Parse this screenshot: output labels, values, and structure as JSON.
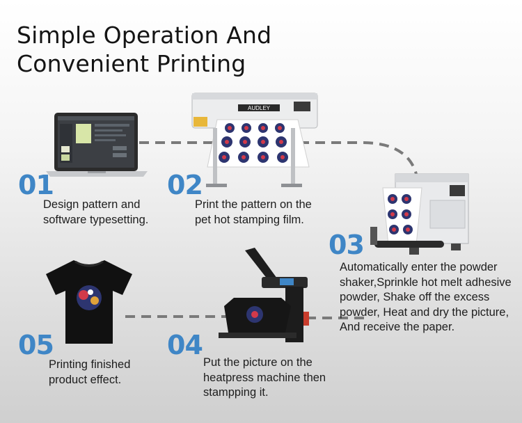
{
  "title": "Simple Operation And\nConvenient Printing",
  "printer_brand": "AUDLEY",
  "steps": [
    {
      "num": "01",
      "text": "Design pattern and\nsoftware typesetting."
    },
    {
      "num": "02",
      "text": "Print the pattern on the\npet hot stamping film."
    },
    {
      "num": "03",
      "text": "Automatically enter the powder\nshaker,Sprinkle hot melt adhesive\npowder, Shake off the excess\npowder, Heat and dry the picture,\nAnd receive the paper."
    },
    {
      "num": "04",
      "text": "Put the picture on the\nheatpress machine then\nstampping it."
    },
    {
      "num": "05",
      "text": "Printing finished\nproduct effect."
    }
  ],
  "colors": {
    "accent": "#3f86c6",
    "dash": "#7a7a7a"
  },
  "icons": [
    "laptop-icon",
    "printer-icon",
    "powder-shaker-icon",
    "heat-press-icon",
    "tshirt-icon"
  ]
}
